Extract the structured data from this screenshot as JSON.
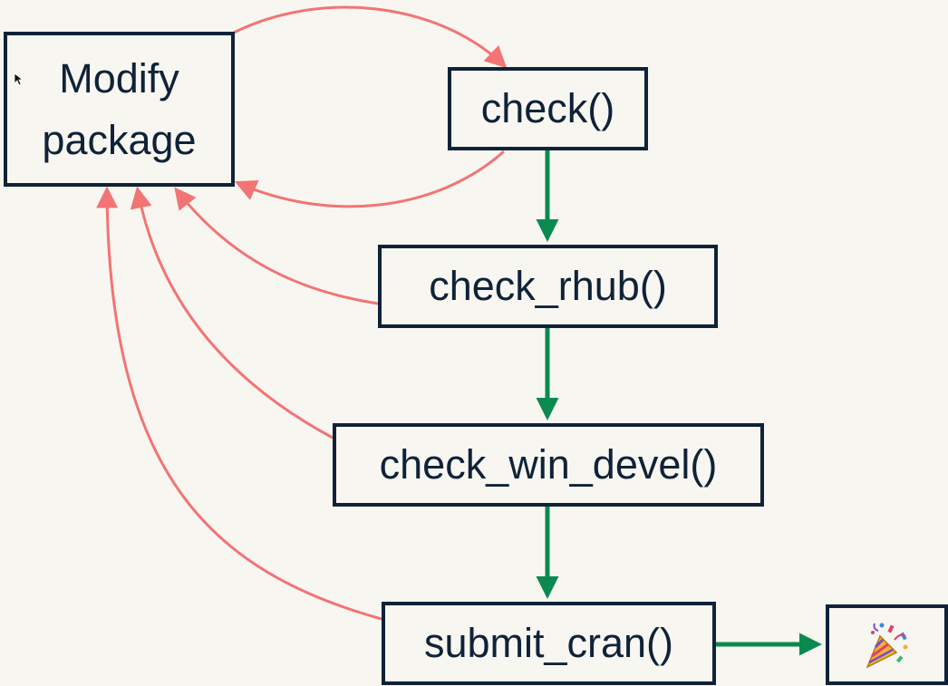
{
  "nodes": {
    "modify": {
      "line1": "Modify",
      "line2": "package"
    },
    "check": "check()",
    "check_rhub": "check_rhub()",
    "check_win_devel": "check_win_devel()",
    "submit_cran": "submit_cran()",
    "celebration_icon": "party-popper"
  },
  "colors": {
    "background": "#f8f6f1",
    "box_border": "#0f2238",
    "text": "#0f2238",
    "success_arrow": "#0b8a4f",
    "failure_arrow": "#f27474"
  }
}
